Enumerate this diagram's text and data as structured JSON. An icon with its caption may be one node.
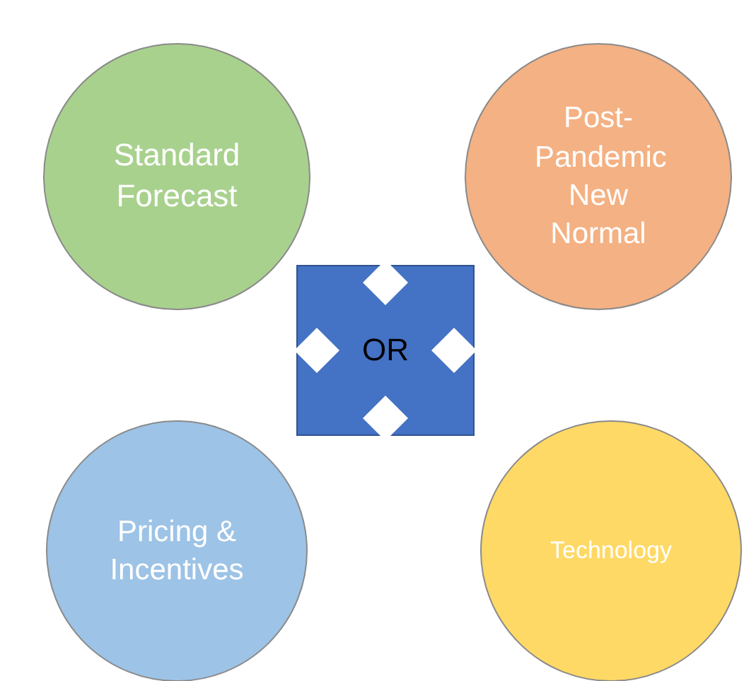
{
  "diagram": {
    "nodes": [
      {
        "text": [
          "Standard Forecast"
        ]
      },
      {
        "text": [
          "Post-Pandemic New Normal"
        ]
      },
      {
        "text": [
          "OR"
        ]
      },
      {
        "text": [
          "Pricing & Incentives"
        ]
      },
      {
        "text": [
          "Technology"
        ]
      }
    ]
  }
}
